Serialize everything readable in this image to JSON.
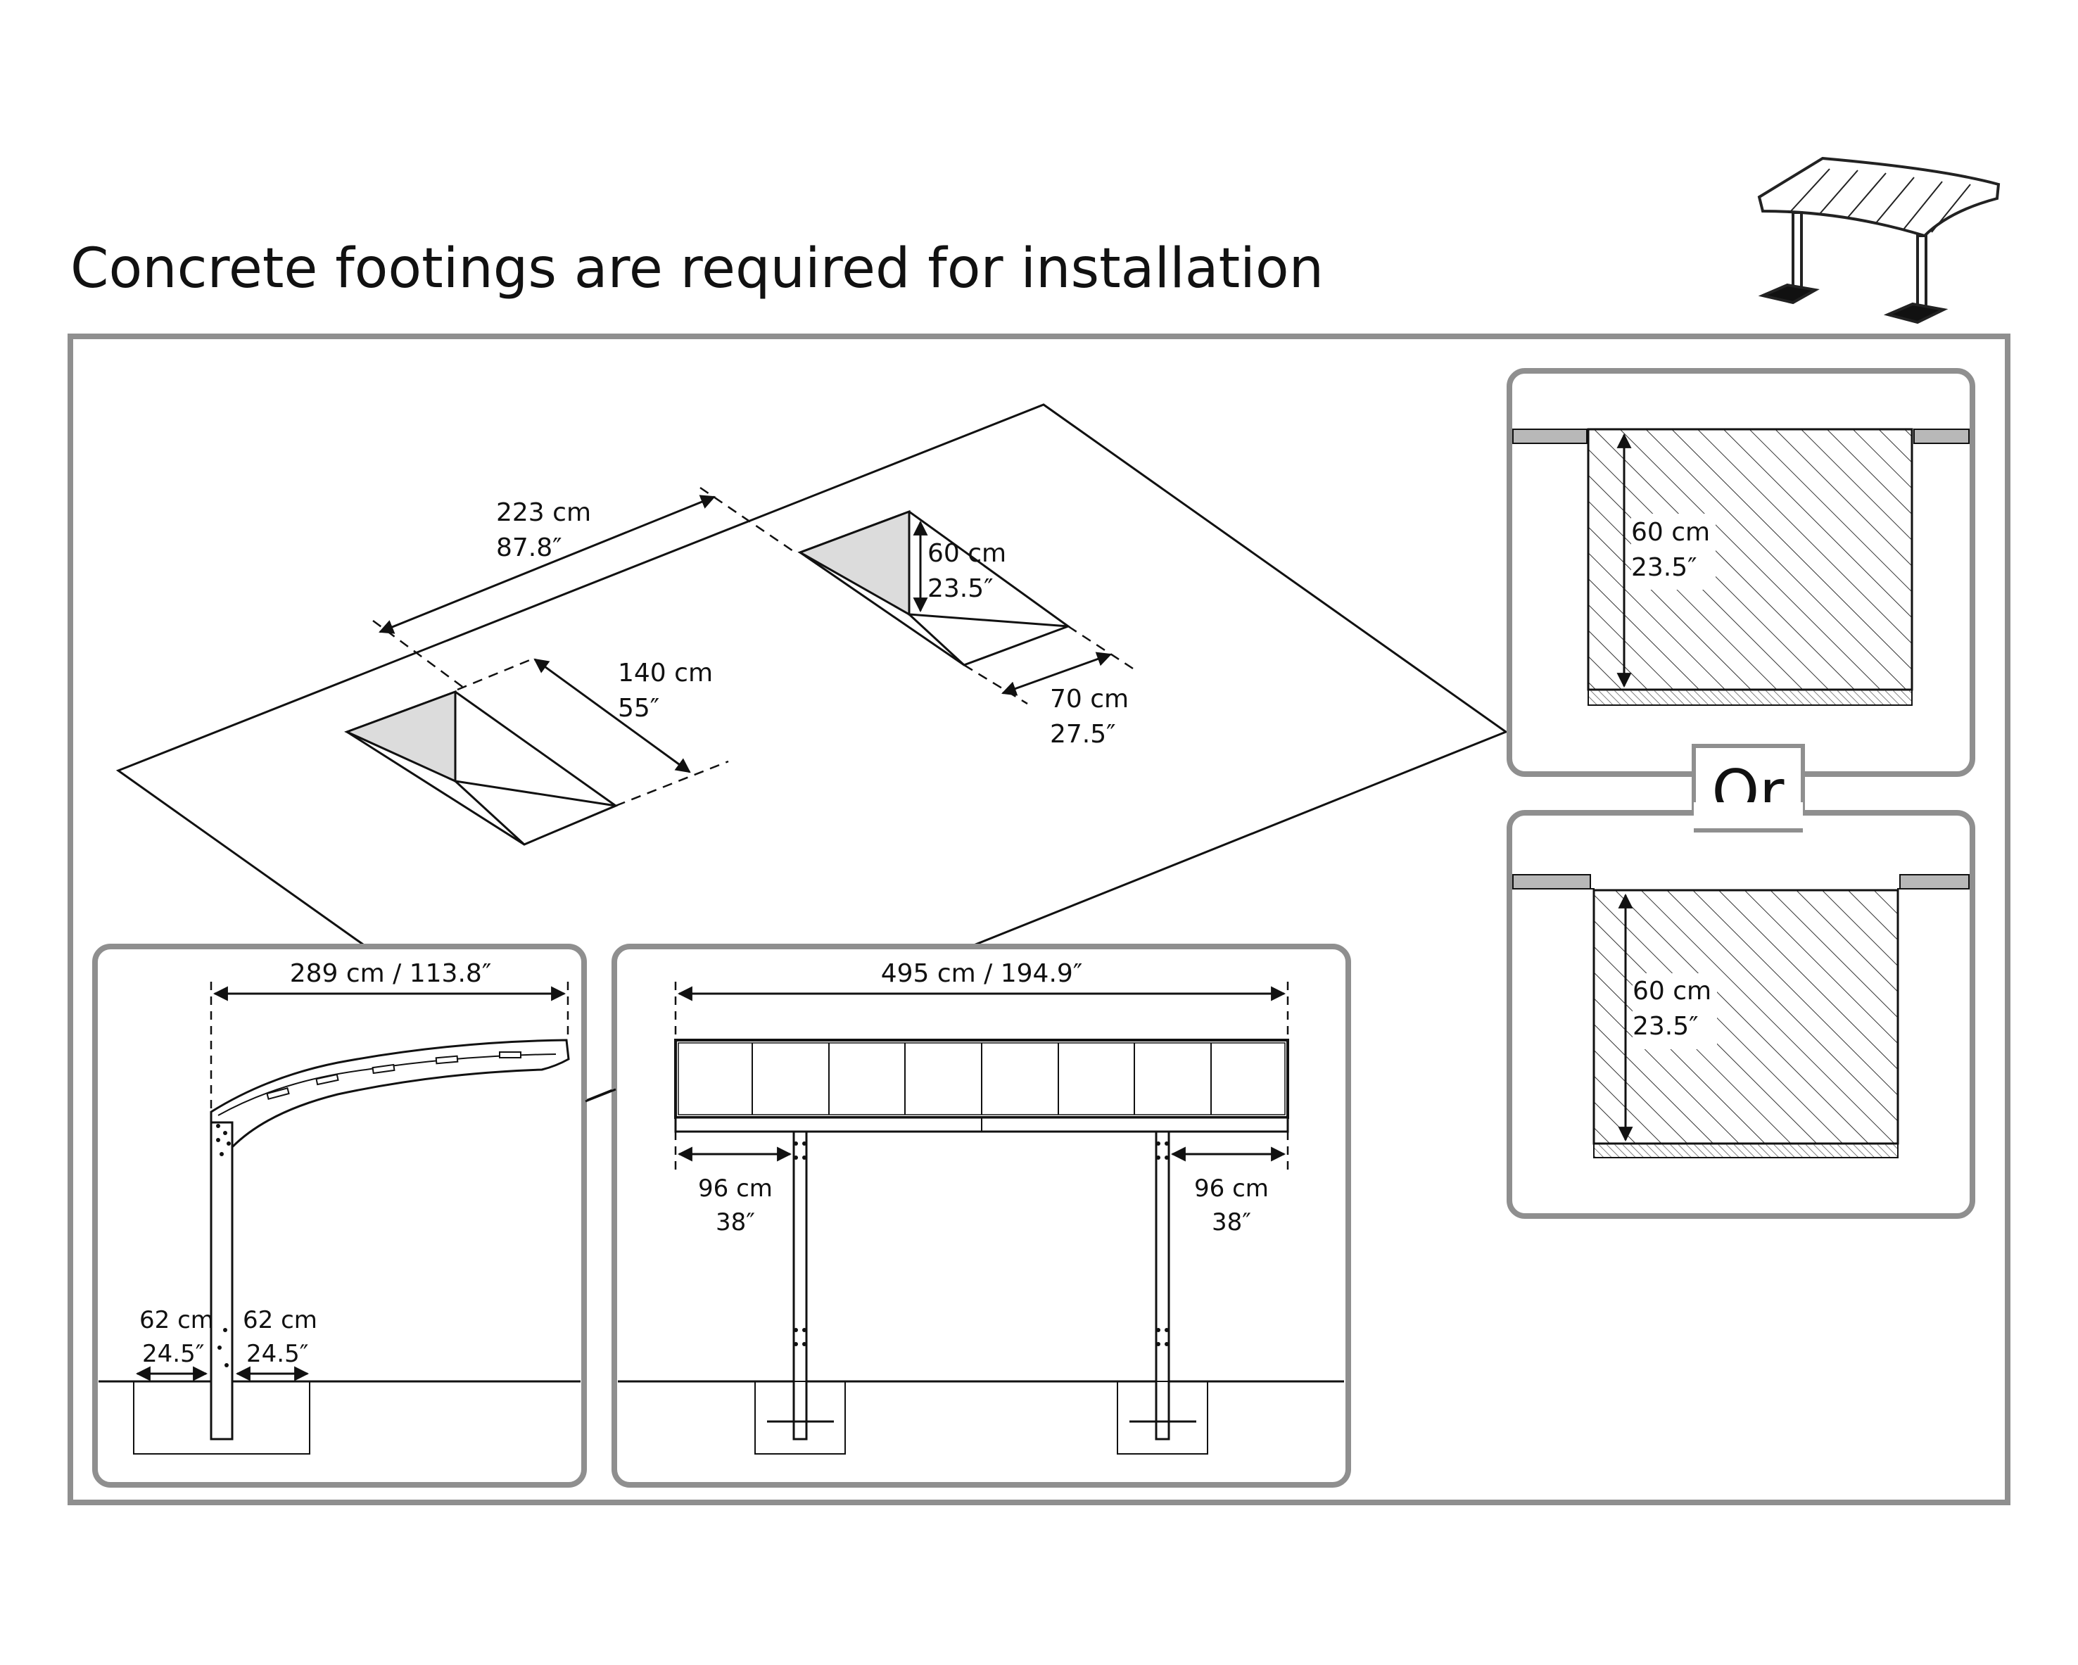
{
  "title": "Concrete footings are required for installation",
  "or_label": "Or",
  "colors": {
    "frame": "#8f8f8f",
    "panel_border": "#8f8f8f",
    "line": "#111111",
    "hole_fill": "#dcdcdc",
    "slab": "#b8b8b8"
  },
  "plan": {
    "spacing": {
      "cm": "223 cm",
      "in": "87.8″"
    },
    "depth": {
      "cm": "60 cm",
      "in": "23.5″"
    },
    "length": {
      "cm": "140 cm",
      "in": "55″"
    },
    "width": {
      "cm": "70 cm",
      "in": "27.5″"
    }
  },
  "side_view": {
    "span": "289 cm / 113.8″",
    "left_offset": {
      "cm": "62 cm",
      "in": "24.5″"
    },
    "right_offset": {
      "cm": "62 cm",
      "in": "24.5″"
    }
  },
  "front_view": {
    "span": "495 cm / 194.9″",
    "left_overhang": {
      "cm": "96 cm",
      "in": "38″"
    },
    "right_overhang": {
      "cm": "96 cm",
      "in": "38″"
    }
  },
  "section_top": {
    "depth_cm": "60 cm",
    "depth_in": "23.5″"
  },
  "section_bottom": {
    "depth_cm": "60 cm",
    "depth_in": "23.5″"
  }
}
